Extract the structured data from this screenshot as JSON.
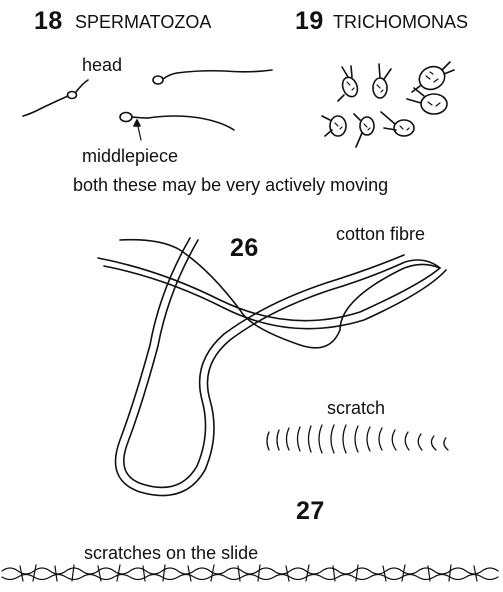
{
  "figure_18": {
    "number": "18",
    "title": "SPERMATOZOA",
    "label_head": "head",
    "label_middlepiece": "middlepiece"
  },
  "figure_19": {
    "number": "19",
    "title": "TRICHOMONAS"
  },
  "note": "both these may be very actively moving",
  "figure_26": {
    "number": "26",
    "label": "cotton fibre"
  },
  "scratch_label": "scratch",
  "figure_27": {
    "number": "27",
    "caption": "scratches on the slide"
  },
  "colors": {
    "ink": "#111111",
    "background": "#ffffff"
  }
}
